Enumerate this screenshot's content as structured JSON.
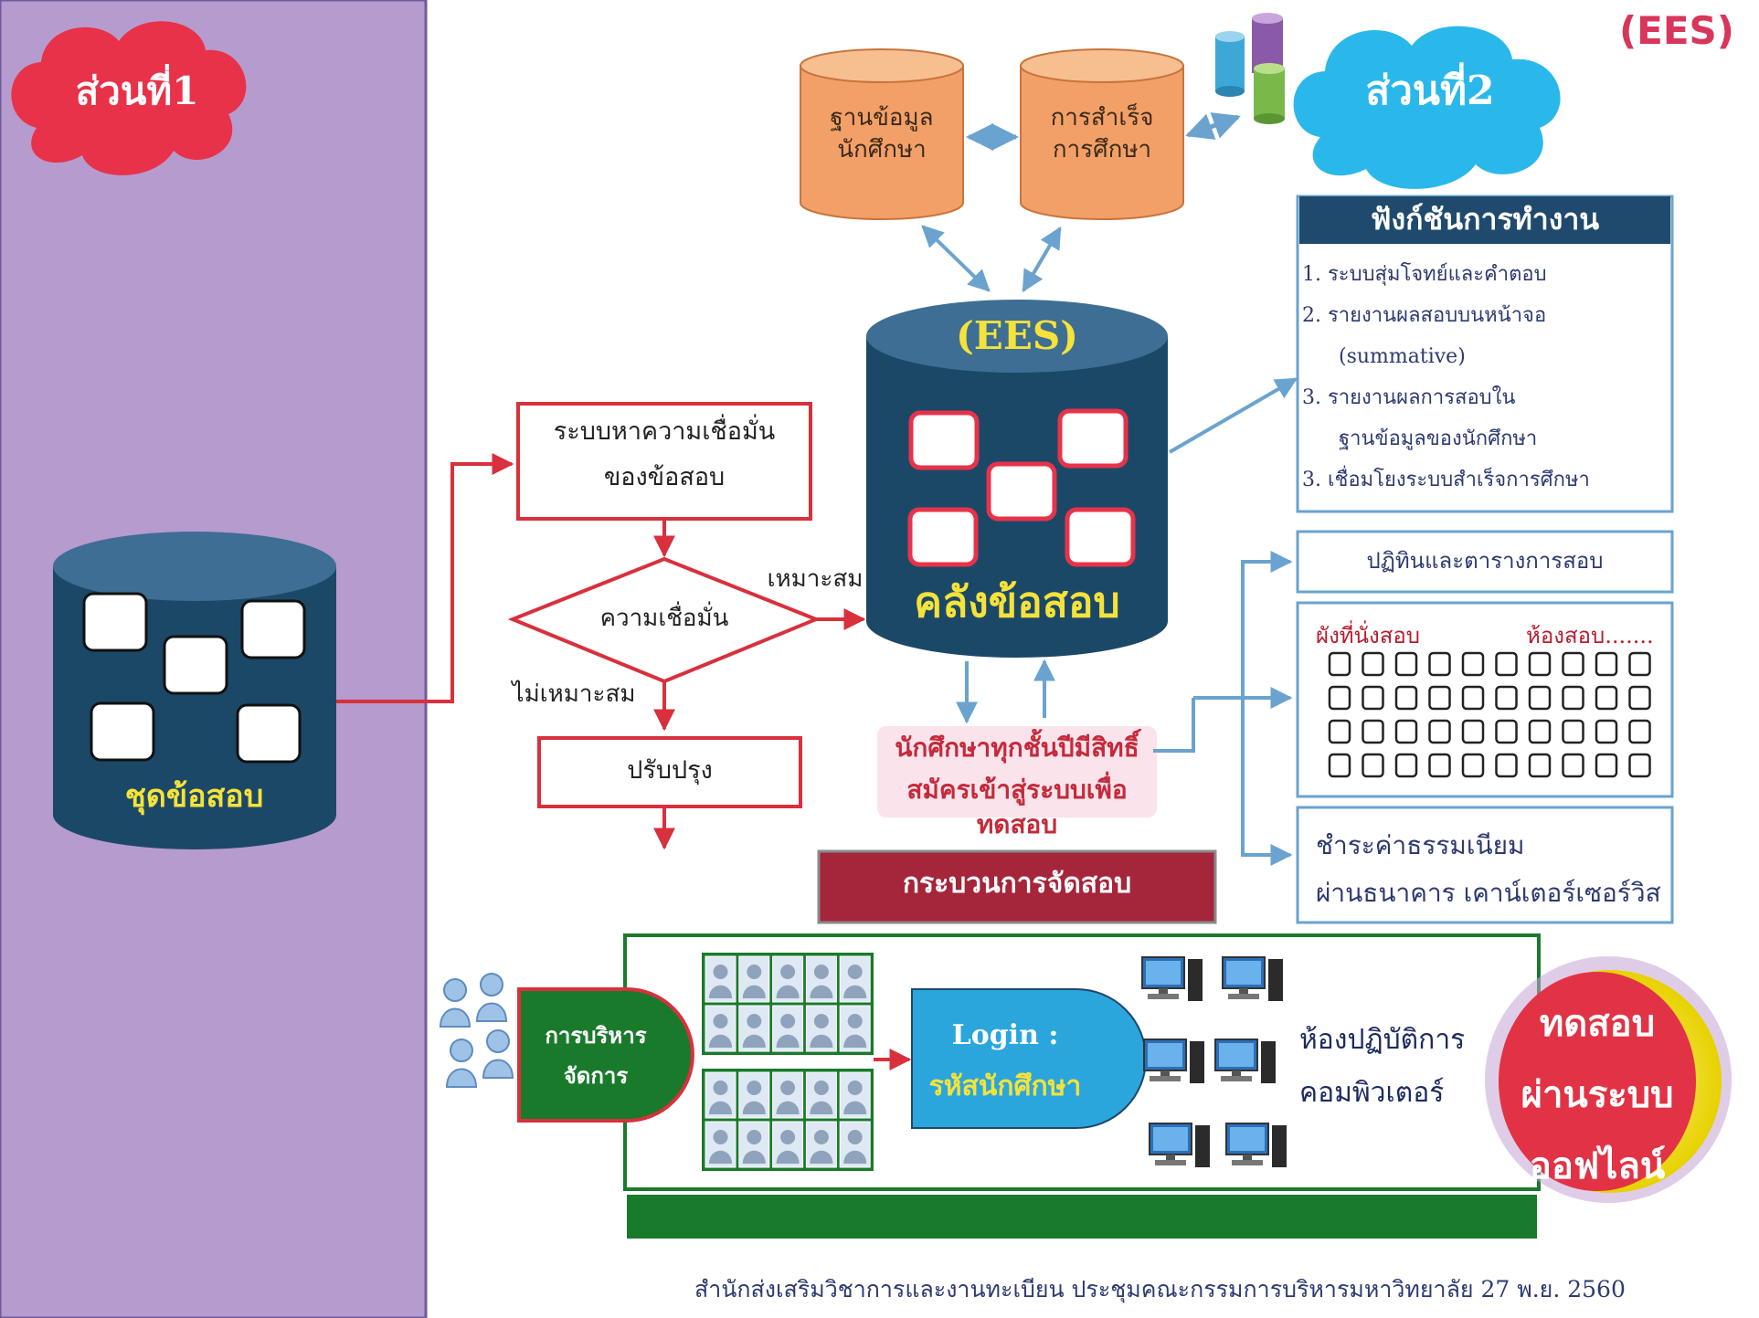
{
  "watermark": "(EES)",
  "part1": {
    "label": "ส่วนที่1"
  },
  "part2": {
    "label": "ส่วนที่2"
  },
  "exam_set": {
    "label": "ชุดข้อสอบ"
  },
  "reliability_system": {
    "line1": "ระบบหาความเชื่อมั่น",
    "line2": "ของข้อสอบ"
  },
  "decision": {
    "label": "ความเชื่อมั่น",
    "yes": "เหมาะสม",
    "no": "ไม่เหมาะสม"
  },
  "improve": {
    "label": "ปรับปรุง"
  },
  "student_db": {
    "line1": "ฐานข้อมูล",
    "line2": "นักศึกษา"
  },
  "graduation": {
    "line1": "การสำเร็จ",
    "line2": "การศึกษา"
  },
  "bank": {
    "top": "(EES)",
    "label": "คลังข้อสอบ"
  },
  "functions": {
    "title": "ฟังก์ชันการทำงาน",
    "items": [
      "1. ระบบสุ่มโจทย์และคำตอบ",
      "2. รายงานผลสอบบนหน้าจอ",
      "(summative)",
      "3. รายงานผลการสอบใน",
      "ฐานข้อมูลของนักศึกษา",
      "3. เชื่อมโยงระบบสำเร็จการศึกษา"
    ]
  },
  "students_right": {
    "line1": "นักศึกษาทุกชั้นปีมีสิทธิ์",
    "line2": "สมัครเข้าสู่ระบบเพื่อทดสอบ"
  },
  "calendar": {
    "label": "ปฏิทินและตารางการสอบ"
  },
  "seating": {
    "left": "ผังที่นั่งสอบ",
    "right": "ห้องสอบ......."
  },
  "fee": {
    "line1": "ชำระค่าธรรมเนียม",
    "line2": "ผ่านธนาคาร  เคาน์เตอร์เซอร์วิส"
  },
  "process": {
    "label": "กระบวนการจัดสอบ"
  },
  "admin": {
    "line1": "การบริหาร",
    "line2": "จัดการ"
  },
  "login": {
    "line1": "Login :",
    "line2": "รหัสนักศึกษา"
  },
  "lab": {
    "line1": "ห้องปฏิบัติการ",
    "line2": "คอมพิวเตอร์"
  },
  "offline_test": {
    "line1": "ทดสอบ",
    "line2": "ผ่านระบบ",
    "line3": "ออฟไลน์"
  },
  "footer": {
    "text": "สำนักส่งเสริมวิชาการและงานทะเบียน ประชุมคณะกรรมการบริหารมหาวิทยาลัย 27 พ.ย. 2560"
  },
  "colors": {
    "left_panel": "#b69bcf",
    "cloud_red": "#e8324a",
    "cloud_blue": "#2ab8ea",
    "db_navy": "#1c4868",
    "db_top": "#3e6e93",
    "orange": "#f3a068",
    "accent_red": "#d8303c",
    "arrow_blue": "#6aa3cf",
    "green": "#1a7a2c",
    "dark_red": "#a5253a",
    "yellow_text": "#f5e23a"
  }
}
